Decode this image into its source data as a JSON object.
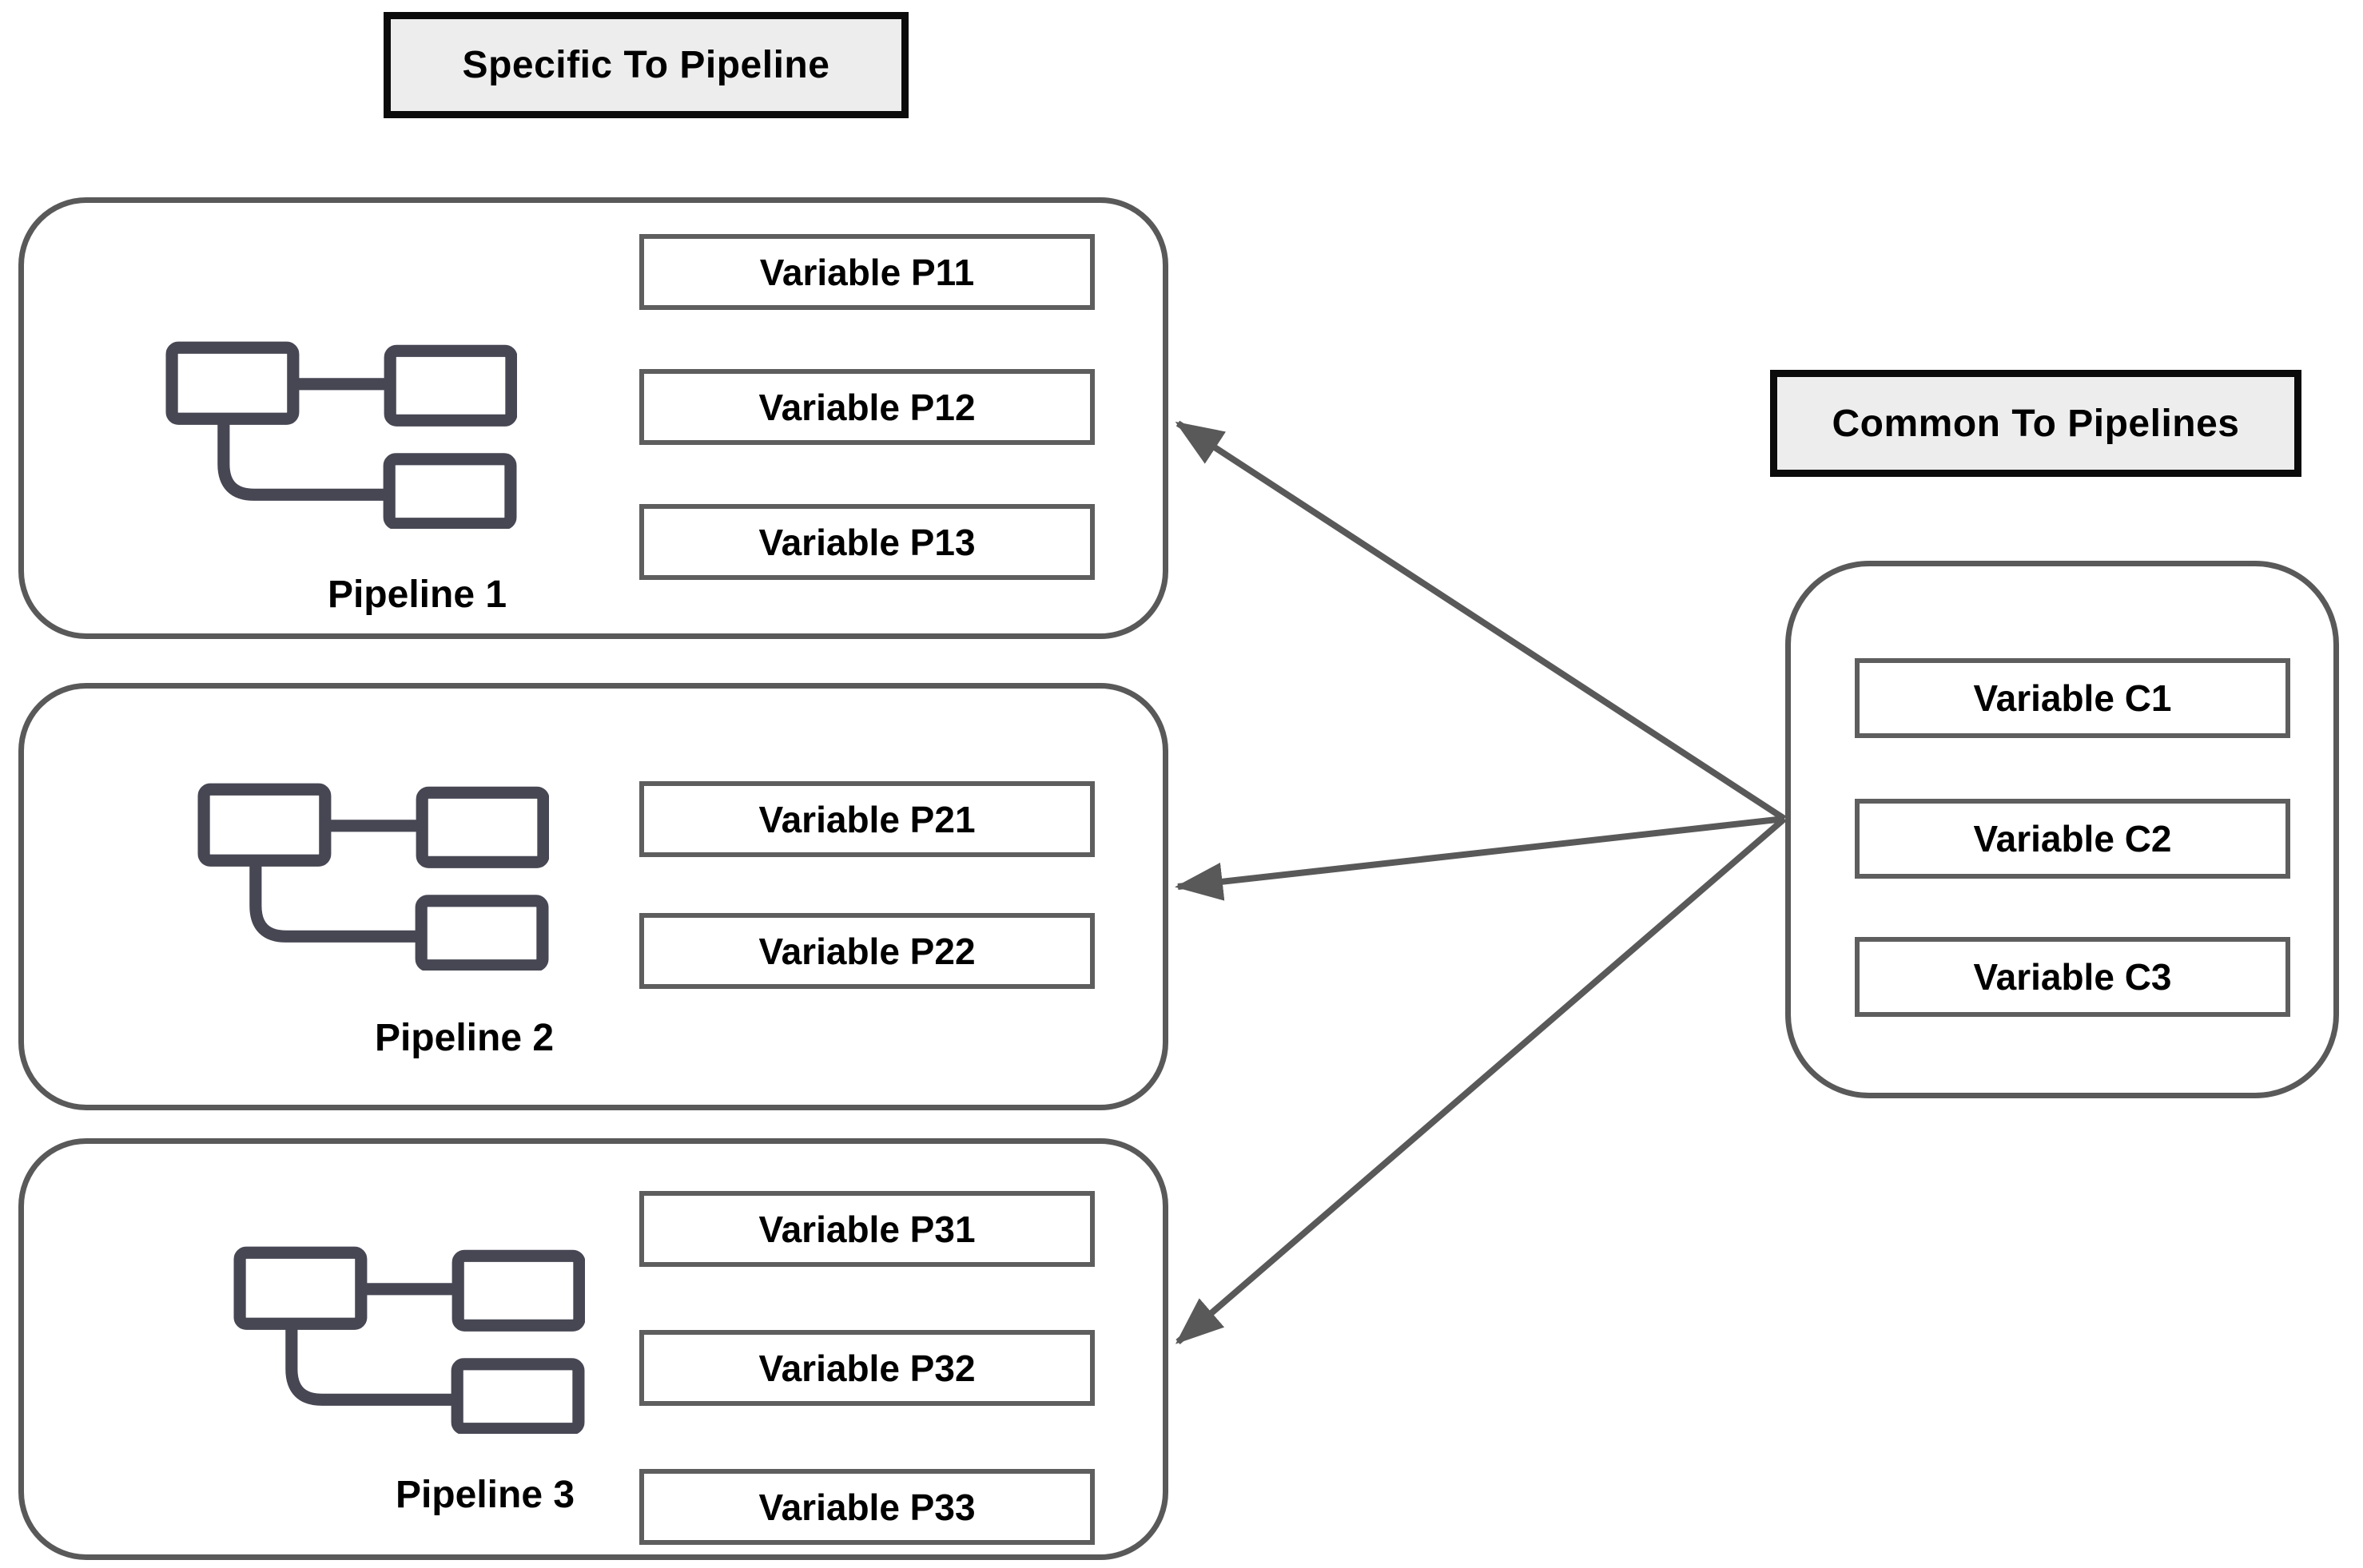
{
  "titles": {
    "specific": "Specific To Pipeline",
    "common": "Common To Pipelines"
  },
  "pipelines": [
    {
      "label": "Pipeline 1",
      "variables": [
        "Variable P11",
        "Variable P12",
        "Variable P13"
      ]
    },
    {
      "label": "Pipeline 2",
      "variables": [
        "Variable P21",
        "Variable P22"
      ]
    },
    {
      "label": "Pipeline 3",
      "variables": [
        "Variable P31",
        "Variable P32",
        "Variable P33"
      ]
    }
  ],
  "common_group": {
    "variables": [
      "Variable C1",
      "Variable C2",
      "Variable C3"
    ]
  },
  "colors": {
    "container_border": "#595959",
    "box_border": "#5e5e5e",
    "title_border": "#0b0b0b",
    "title_bg": "#ededed",
    "icon_color": "#474754",
    "arrow_color": "#595959",
    "text_color": "#000000",
    "page_bg": "#ffffff"
  }
}
